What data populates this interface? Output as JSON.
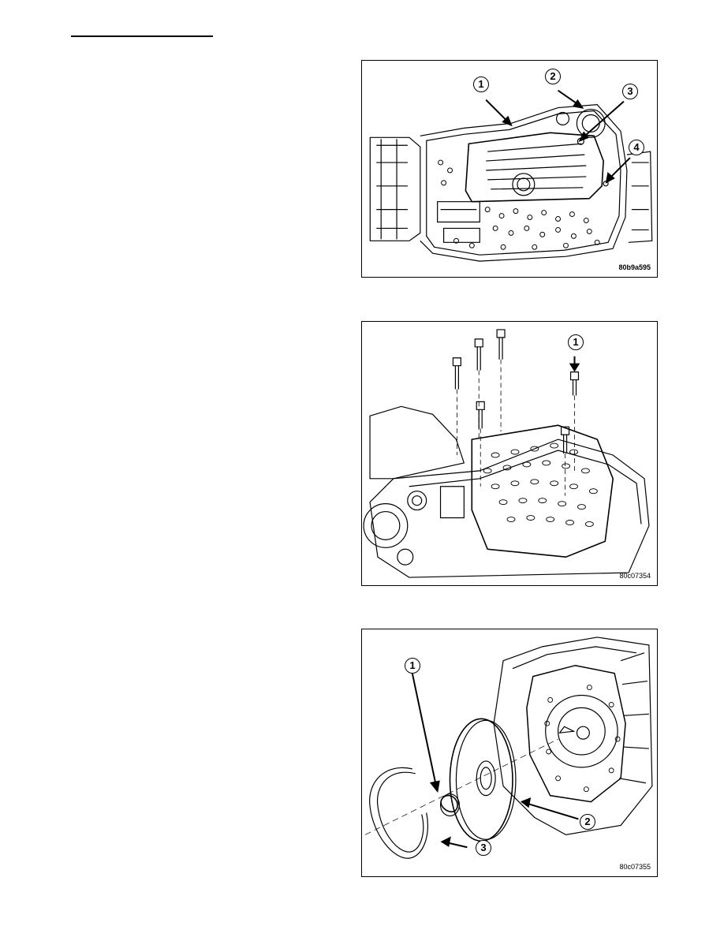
{
  "figures": [
    {
      "id_label": "80b9a595",
      "callouts": [
        "1",
        "2",
        "3",
        "4"
      ]
    },
    {
      "id_label": "80c07354",
      "callouts": [
        "1"
      ]
    },
    {
      "id_label": "80c07355",
      "callouts": [
        "1",
        "2",
        "3"
      ]
    }
  ]
}
